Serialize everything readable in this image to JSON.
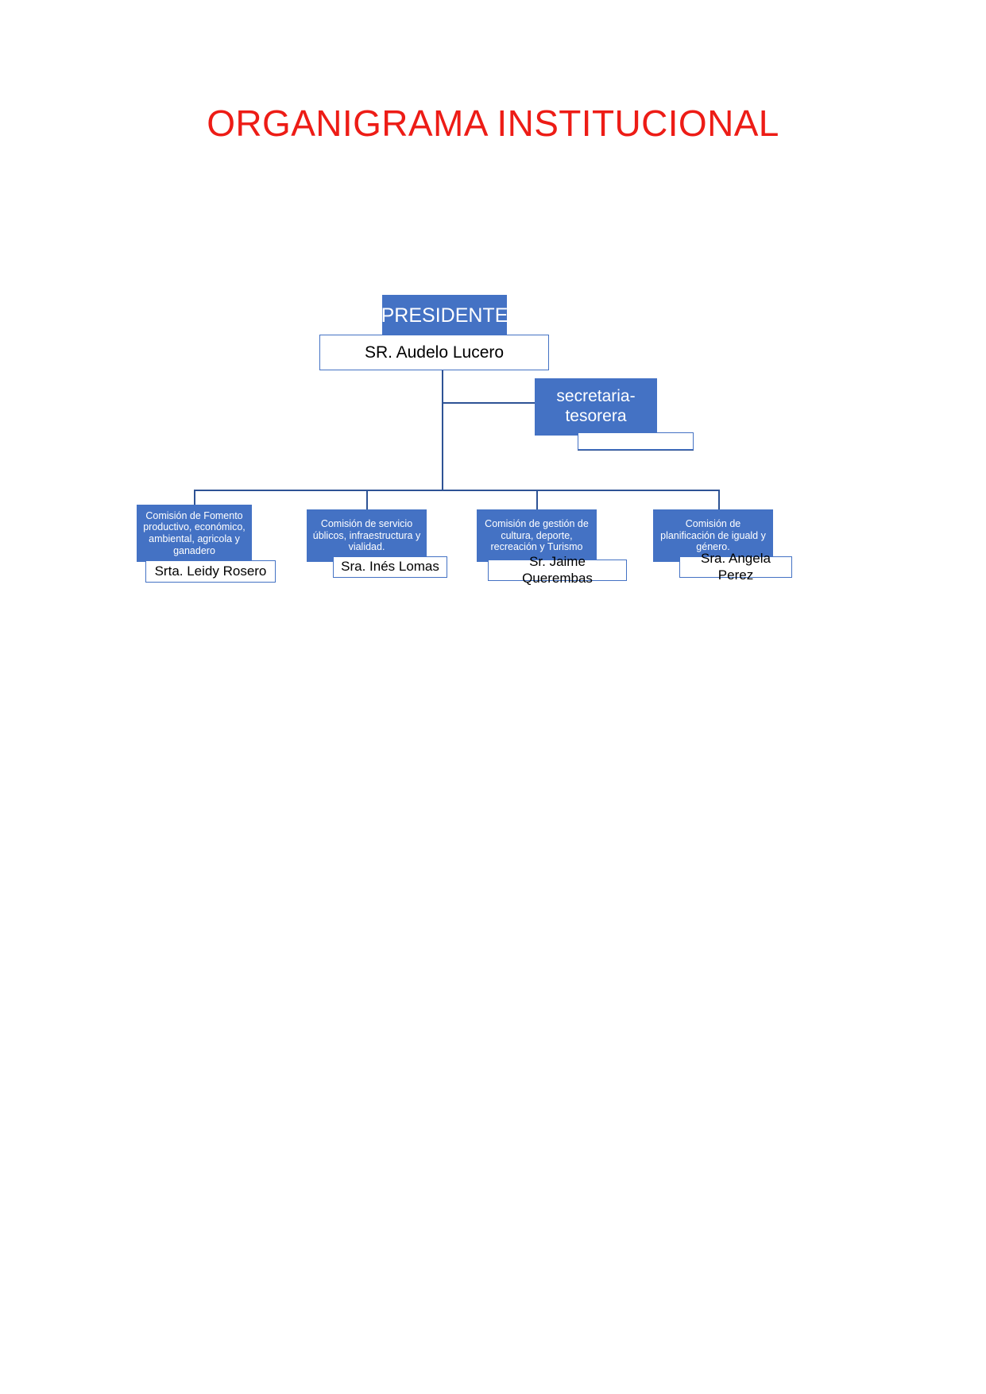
{
  "document": {
    "title": "ORGANIGRAMA INSTITUCIONAL"
  },
  "colors": {
    "title_red": "#ED1C16",
    "node_blue": "#4472C4",
    "line_blue": "#2E5395",
    "node_white": "#FFFFFF"
  },
  "chart_data": {
    "type": "diagram",
    "diagram_type": "organizational-chart",
    "title": "ORGANIGRAMA INSTITUCIONAL",
    "nodes": [
      {
        "id": "president",
        "role": "PRESIDENTE",
        "person": "SR. Audelo Lucero",
        "level": 0
      },
      {
        "id": "secretary",
        "role": "secretaria-tesorera",
        "person": "",
        "level": 1
      },
      {
        "id": "commission-1",
        "role": "Comisión de Fomento productivo, económico, ambiental, agricola y ganadero",
        "person": "Srta. Leidy Rosero",
        "level": 2
      },
      {
        "id": "commission-2",
        "role": "Comisión de servicio úblicos, infraestructura y vialidad.",
        "person": "Sra. Inés Lomas",
        "level": 2
      },
      {
        "id": "commission-3",
        "role": "Comisión de gestión de cultura, deporte, recreación y Turismo",
        "person": "Sr. Jaime Querembas",
        "level": 2
      },
      {
        "id": "commission-4",
        "role": "Comisión de planificación de iguald y género.",
        "person": "Sra. Angela Perez",
        "level": 2
      }
    ],
    "edges": [
      {
        "from": "president",
        "to": "secretary"
      },
      {
        "from": "president",
        "to": "commission-1"
      },
      {
        "from": "president",
        "to": "commission-2"
      },
      {
        "from": "president",
        "to": "commission-3"
      },
      {
        "from": "president",
        "to": "commission-4"
      }
    ]
  },
  "org": {
    "president": {
      "role_label": "PRESIDENTE",
      "name_label": "SR. Audelo Lucero"
    },
    "secretary": {
      "role_label": "secretaria-tesorera",
      "name_label": ""
    },
    "commissions": [
      {
        "role_label": "Comisión de Fomento productivo, económico, ambiental, agricola y ganadero",
        "name_label": "Srta. Leidy Rosero"
      },
      {
        "role_label": "Comisión de servicio úblicos, infraestructura y vialidad.",
        "name_label": "Sra. Inés Lomas"
      },
      {
        "role_label": "Comisión de gestión de cultura, deporte, recreación y Turismo",
        "name_label": "Sr. Jaime Querembas"
      },
      {
        "role_label": "Comisión de planificación de iguald y género.",
        "name_label": "Sra. Angela Perez"
      }
    ]
  }
}
